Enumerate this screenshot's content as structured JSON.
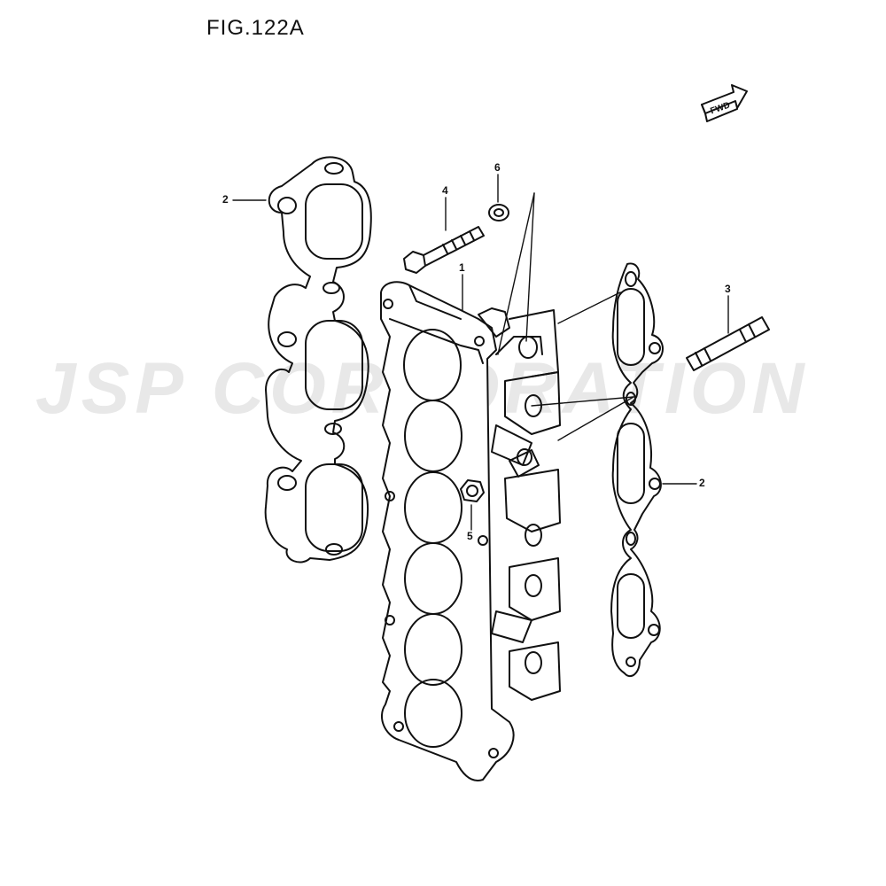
{
  "figure": {
    "title": "FIG.122A",
    "fwd_label": "FWD"
  },
  "callouts": [
    {
      "id": "c-1",
      "label": "1"
    },
    {
      "id": "c-2a",
      "label": "2"
    },
    {
      "id": "c-2b",
      "label": "2"
    },
    {
      "id": "c-3",
      "label": "3"
    },
    {
      "id": "c-4",
      "label": "4"
    },
    {
      "id": "c-5",
      "label": "5"
    },
    {
      "id": "c-6",
      "label": "6"
    }
  ],
  "watermark": "JSP CORPORATION",
  "colors": {
    "line": "#111111",
    "watermark": "#bebebe",
    "background": "#ffffff"
  }
}
